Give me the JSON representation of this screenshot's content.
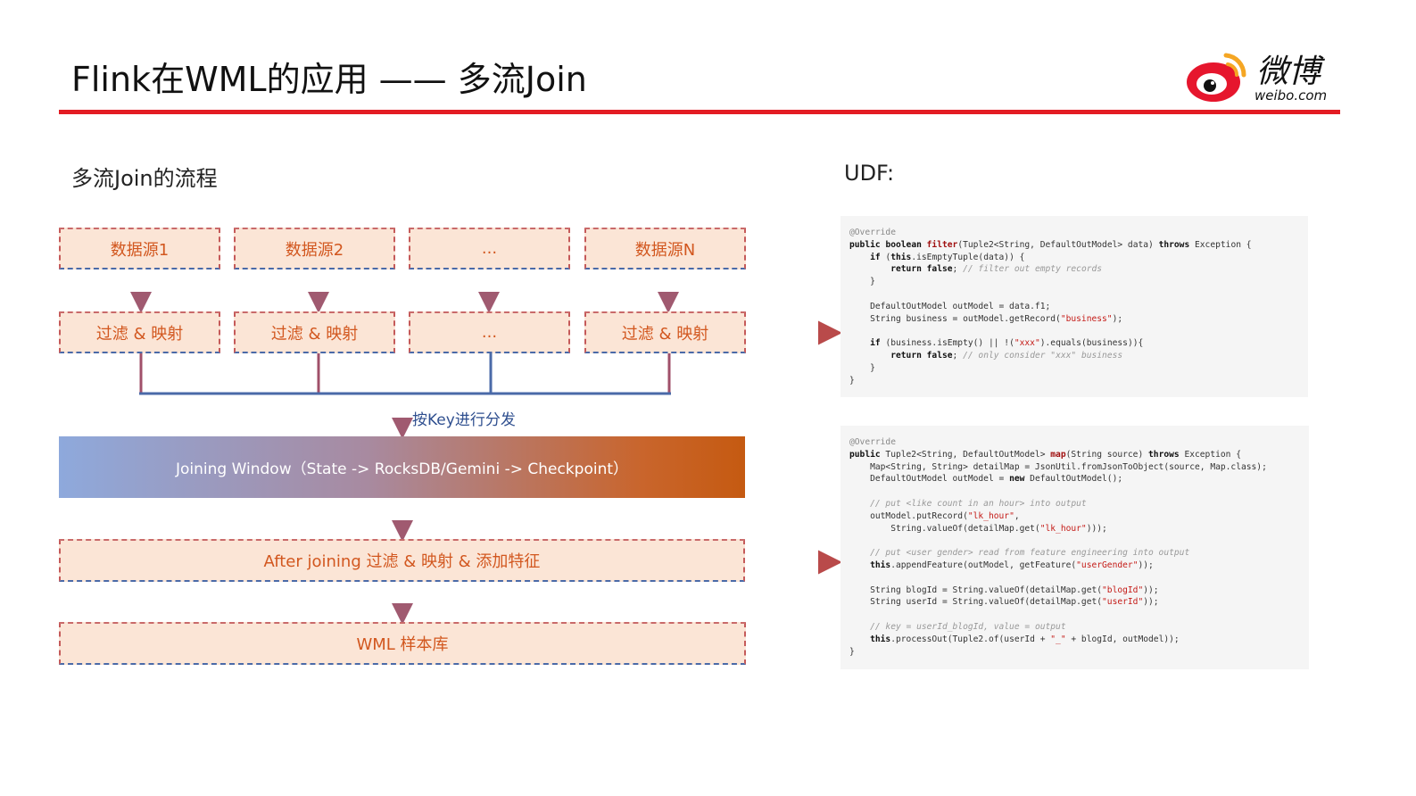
{
  "header": {
    "title": "Flink在WML的应用 —— 多流Join",
    "logo_text": "微博",
    "logo_domain": "weibo.com",
    "accent_color": "#e31c23"
  },
  "left_section": {
    "heading": "多流Join的流程"
  },
  "right_section": {
    "heading": "UDF:"
  },
  "diagram": {
    "sources": [
      "数据源1",
      "数据源2",
      "...",
      "数据源N"
    ],
    "filters": [
      "过滤 & 映射",
      "过滤 & 映射",
      "...",
      "过滤 & 映射"
    ],
    "keyby_label": "按Key进行分发",
    "joining_window": "Joining Window（State -> RocksDB/Gemini  -> Checkpoint）",
    "after_joining": "After joining 过滤 & 映射 & 添加特征",
    "sample_store": "WML 样本库"
  },
  "code_blocks": {
    "filter_udf": [
      "@Override",
      "public boolean filter(Tuple2<String, DefaultOutModel> data) throws Exception {",
      "    if (this.isEmptyTuple(data)) {",
      "        return false; // filter out empty records",
      "    }",
      "",
      "    DefaultOutModel outModel = data.f1;",
      "    String business = outModel.getRecord(\"business\");",
      "",
      "    if (business.isEmpty() || !(\"xxx\").equals(business)){",
      "        return false; // only consider \"xxx\" business",
      "    }",
      "}"
    ],
    "map_udf": [
      "@Override",
      "public Tuple2<String, DefaultOutModel> map(String source) throws Exception {",
      "    Map<String, String> detailMap = JsonUtil.fromJsonToObject(source, Map.class);",
      "    DefaultOutModel outModel = new DefaultOutModel();",
      "",
      "    // put <like count in an hour> into output",
      "    outModel.putRecord(\"lk_hour\",",
      "        String.valueOf(detailMap.get(\"lk_hour\")));",
      "",
      "    // put <user gender> read from feature engineering into output",
      "    this.appendFeature(outModel, getFeature(\"userGender\"));",
      "",
      "    String blogId = String.valueOf(detailMap.get(\"blogId\"));",
      "    String userId = String.valueOf(detailMap.get(\"userId\"));",
      "",
      "    // key = userId_blogId, value = output",
      "    this.processOut(Tuple2.of(userId + \"_\" + blogId, outModel));",
      "}"
    ]
  }
}
